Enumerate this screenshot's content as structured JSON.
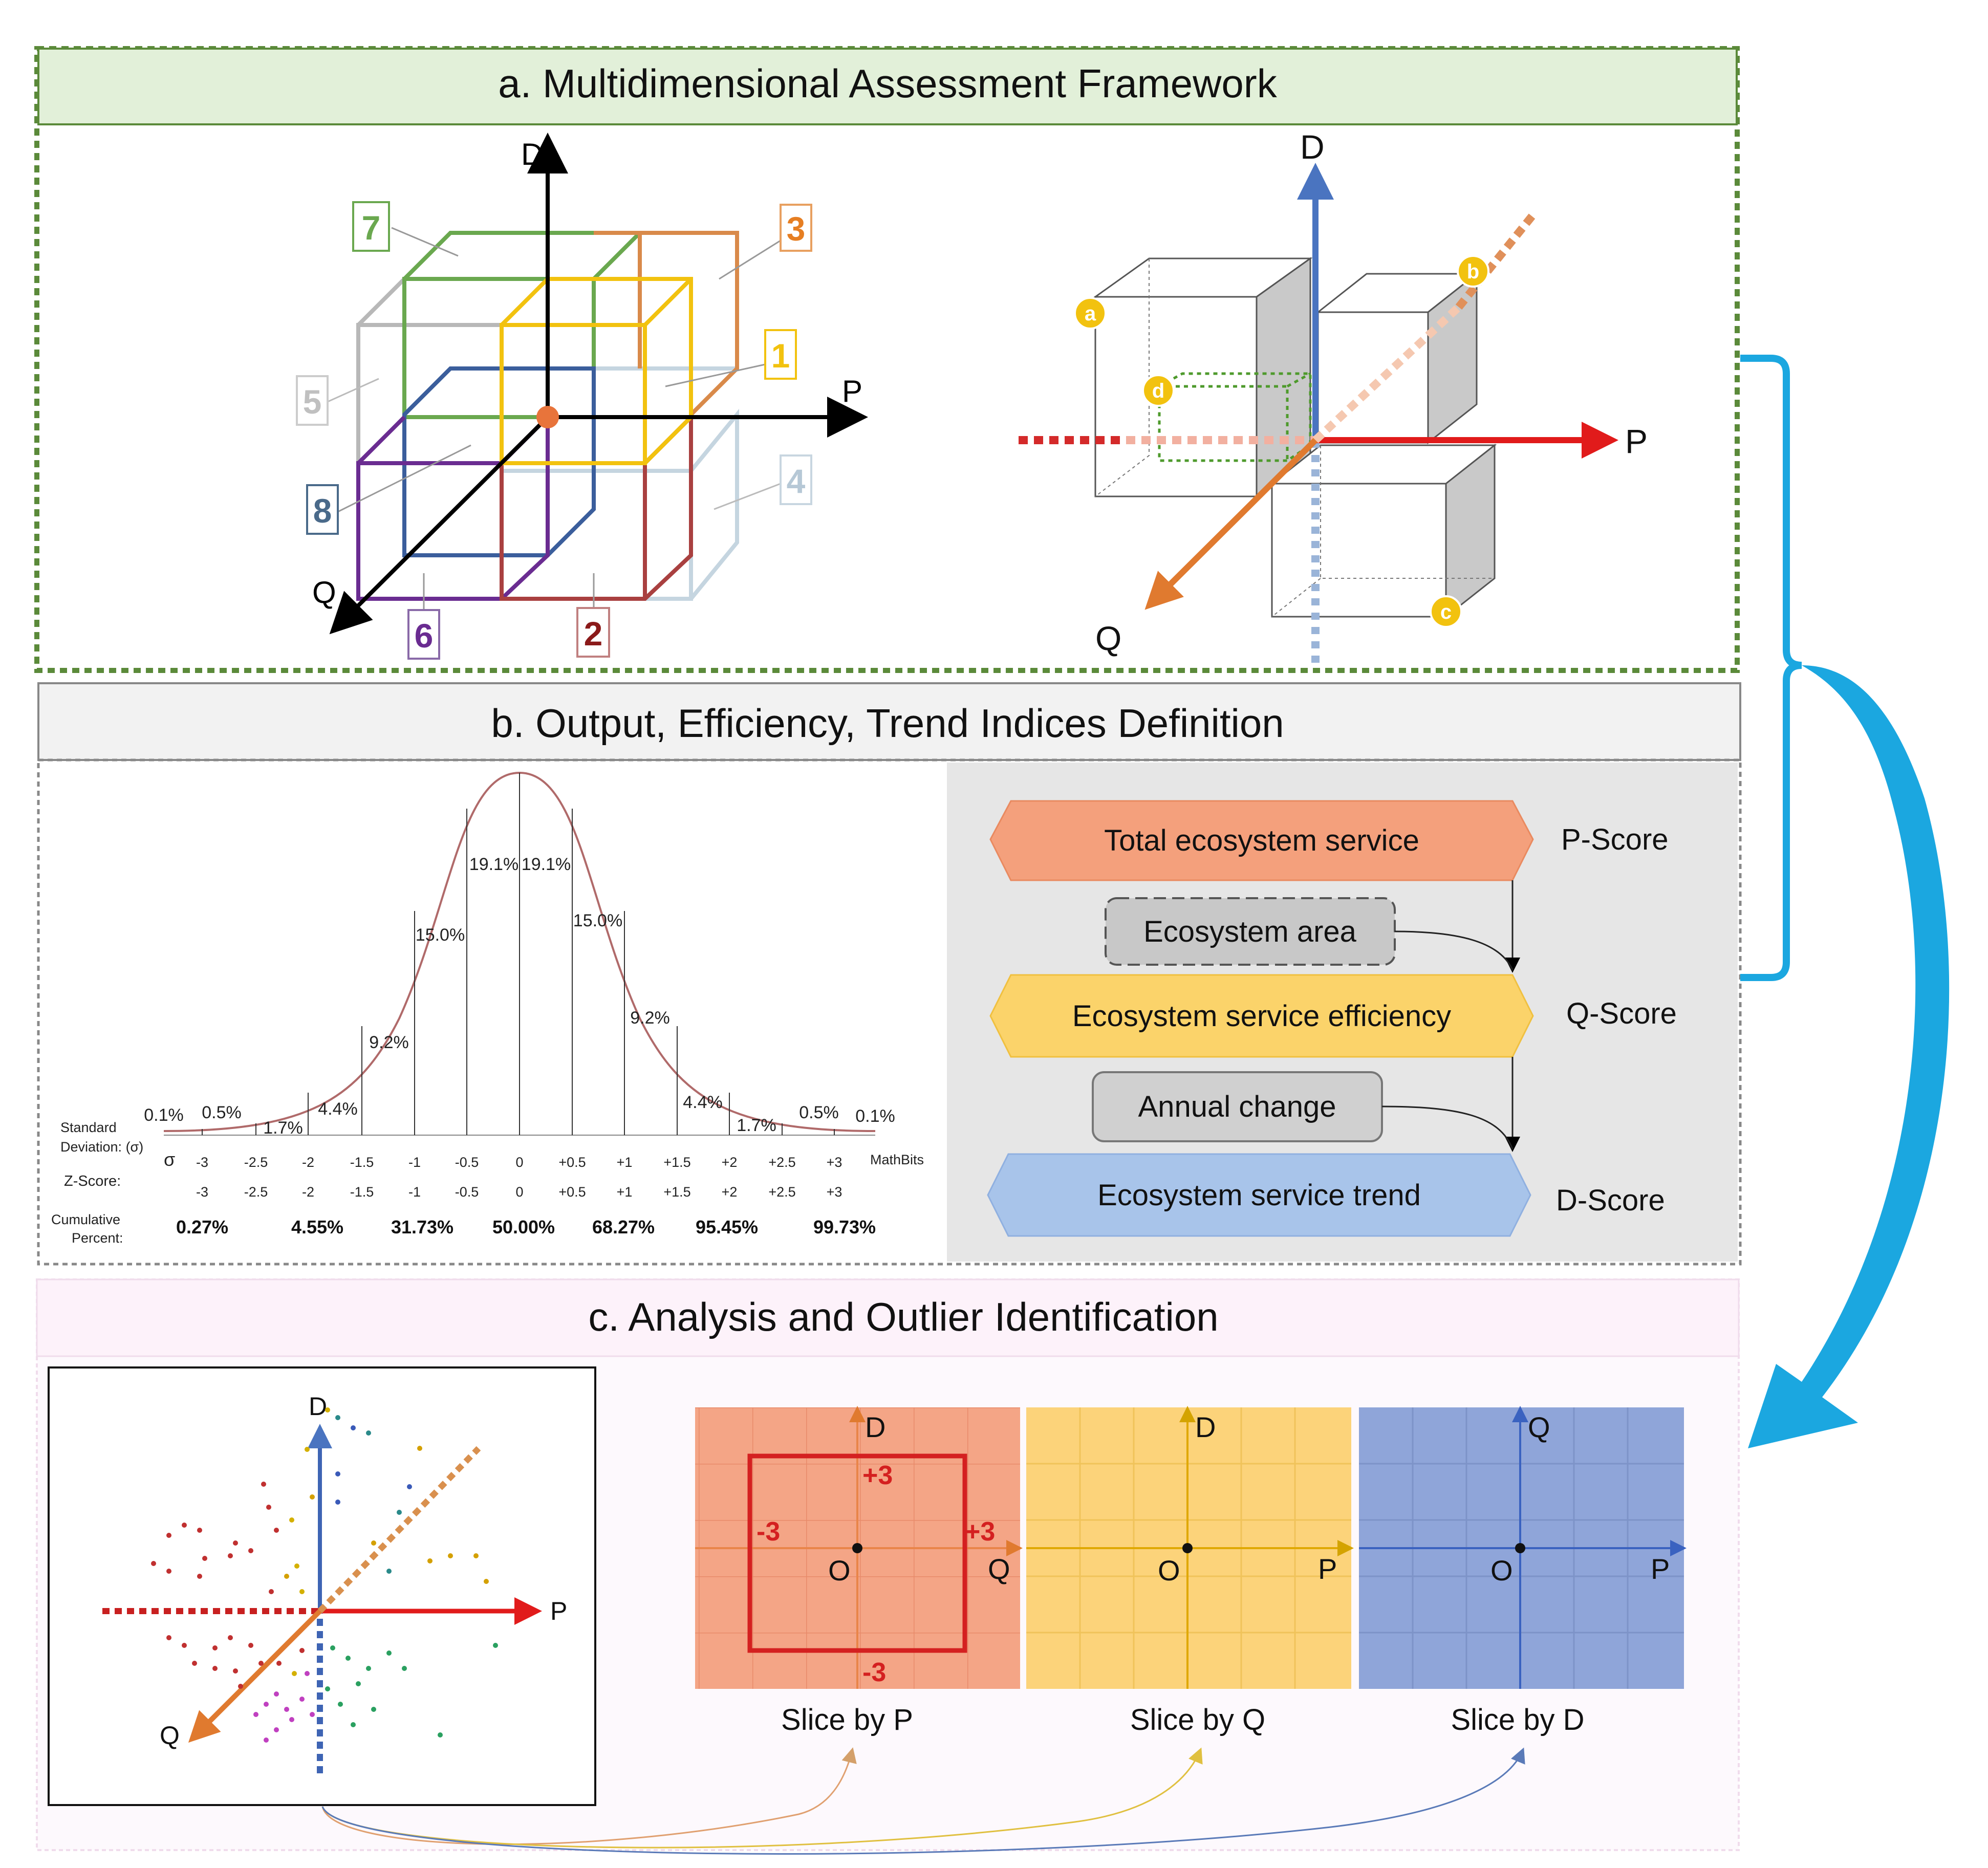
{
  "panels": {
    "a": {
      "title": "a. Multidimensional Assessment Framework"
    },
    "b": {
      "title": "b. Output, Efficiency, Trend Indices Definition"
    },
    "c": {
      "title": "c. Analysis and Outlier Identification"
    }
  },
  "cube": {
    "axes": {
      "d": "D",
      "p": "P",
      "q": "Q"
    },
    "octants": [
      {
        "label": "1",
        "color": "#f2c20f"
      },
      {
        "label": "2",
        "color": "#8b1a1a"
      },
      {
        "label": "3",
        "color": "#e67e22"
      },
      {
        "label": "4",
        "color": "#c8d6e0"
      },
      {
        "label": "5",
        "color": "#c0c0c0"
      },
      {
        "label": "6",
        "color": "#6a2c91"
      },
      {
        "label": "7",
        "color": "#6aa84f"
      },
      {
        "label": "8",
        "color": "#4a6a8a"
      }
    ]
  },
  "cube2": {
    "axes": {
      "d": "D",
      "p": "P",
      "q": "Q"
    },
    "markers": [
      "a",
      "b",
      "c",
      "d"
    ]
  },
  "bell": {
    "percents_top": [
      "0.1%",
      "0.5%",
      "1.7%",
      "4.4%",
      "9.2%",
      "15.0%",
      "19.1%",
      "19.1%",
      "15.0%",
      "9.2%",
      "4.4%",
      "1.7%",
      "0.5%",
      "0.1%"
    ],
    "sd_label_1": "Standard",
    "sd_label_2": "Deviation: (σ)",
    "sigma": "σ",
    "sd_ticks": [
      "-3",
      "-2.5",
      "-2",
      "-1.5",
      "-1",
      "-0.5",
      "0",
      "+0.5",
      "+1",
      "+1.5",
      "+2",
      "+2.5",
      "+3"
    ],
    "z_label": "Z-Score:",
    "z_ticks": [
      "-3",
      "-2.5",
      "-2",
      "-1.5",
      "-1",
      "-0.5",
      "0",
      "+0.5",
      "+1",
      "+1.5",
      "+2",
      "+2.5",
      "+3"
    ],
    "cum_label_1": "Cumulative",
    "cum_label_2": "Percent:",
    "cum_values": [
      "0.27%",
      "4.55%",
      "31.73%",
      "50.00%",
      "68.27%",
      "95.45%",
      "99.73%"
    ],
    "credit": "MathBits"
  },
  "flow": {
    "total": "Total ecosystem service",
    "area": "Ecosystem area",
    "efficiency": "Ecosystem service efficiency",
    "annual": "Annual change",
    "trend": "Ecosystem service trend",
    "p_score": "P-Score",
    "q_score": "Q-Score",
    "d_score": "D-Score",
    "colors": {
      "total": "#f4a07c",
      "efficiency": "#fbd36a",
      "trend": "#a8c4ea",
      "area": "#c8c8c8",
      "annual": "#d0d0d0"
    }
  },
  "scatter": {
    "axes": {
      "d": "D",
      "p": "P",
      "q": "Q"
    }
  },
  "slices": [
    {
      "caption": "Slice by P",
      "v_axis": "D",
      "h_axis": "Q",
      "origin": "O",
      "top": "+3",
      "bottom": "-3",
      "left": "-3",
      "right": "+3",
      "color": "#f4a586"
    },
    {
      "caption": "Slice by Q",
      "v_axis": "D",
      "h_axis": "P",
      "origin": "O",
      "color": "#fcd37a"
    },
    {
      "caption": "Slice by D",
      "v_axis": "Q",
      "h_axis": "P",
      "origin": "O",
      "color": "#8fa5d9"
    }
  ]
}
